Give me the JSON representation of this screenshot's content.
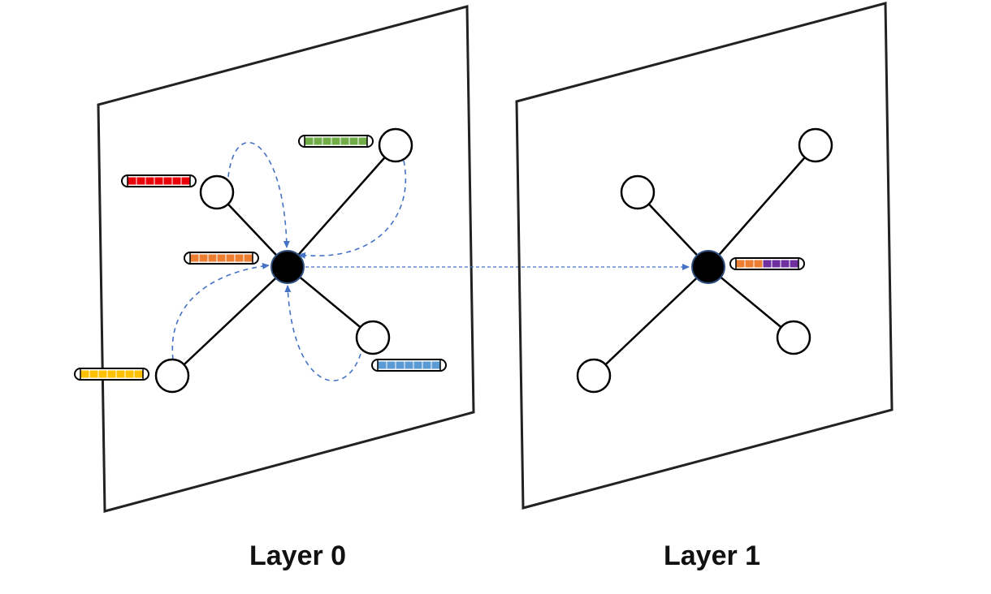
{
  "layers": [
    {
      "label": "Layer 0"
    },
    {
      "label": "Layer 1"
    }
  ],
  "colors": {
    "feature_red": "#e8000b",
    "feature_green": "#70ad47",
    "feature_orange": "#ed7d31",
    "feature_yellow": "#ffc000",
    "feature_blue": "#5b9bd5",
    "feature_purple": "#7030a0",
    "arrow_blue": "#4472c4",
    "center_node": "#000000",
    "edge": "#000000"
  },
  "features": {
    "red": {
      "cells": 7,
      "color": "#e8000b"
    },
    "green": {
      "cells": 7,
      "color": "#70ad47"
    },
    "orange": {
      "cells": 7,
      "color": "#ed7d31"
    },
    "yellow": {
      "cells": 7,
      "color": "#ffc000"
    },
    "blue": {
      "cells": 7,
      "color": "#5b9bd5"
    },
    "aggregated": {
      "cells": 7,
      "colors": [
        "#ed7d31",
        "#ed7d31",
        "#ed7d31",
        "#7030a0",
        "#7030a0",
        "#7030a0",
        "#7030a0"
      ]
    }
  }
}
